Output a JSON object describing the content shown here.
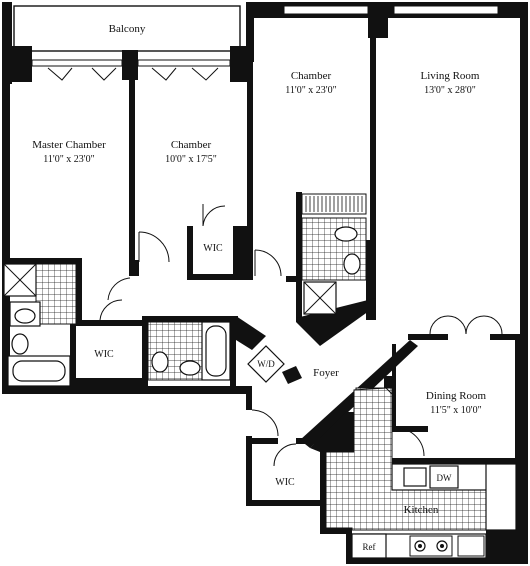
{
  "rooms": {
    "balcony": {
      "name": "Balcony"
    },
    "master_chamber": {
      "name": "Master Chamber",
      "dims": "11'0\" x 23'0\""
    },
    "chamber_1": {
      "name": "Chamber",
      "dims": "10'0\" x 17'5\""
    },
    "chamber_2": {
      "name": "Chamber",
      "dims": "11'0\" x 23'0\""
    },
    "living_room": {
      "name": "Living Room",
      "dims": "13'0\" x 28'0\""
    },
    "dining_room": {
      "name": "Dining Room",
      "dims": "11'5\" x 10'0\""
    },
    "foyer": {
      "name": "Foyer"
    },
    "kitchen": {
      "name": "Kitchen"
    }
  },
  "labels": {
    "wic_chamber": "WIC",
    "wic_master": "WIC",
    "wic_foyer": "WIC",
    "washer_dryer": "W/D",
    "dishwasher": "DW",
    "refrigerator": "Ref"
  },
  "colors": {
    "walls": "#111111",
    "background": "#ffffff"
  }
}
